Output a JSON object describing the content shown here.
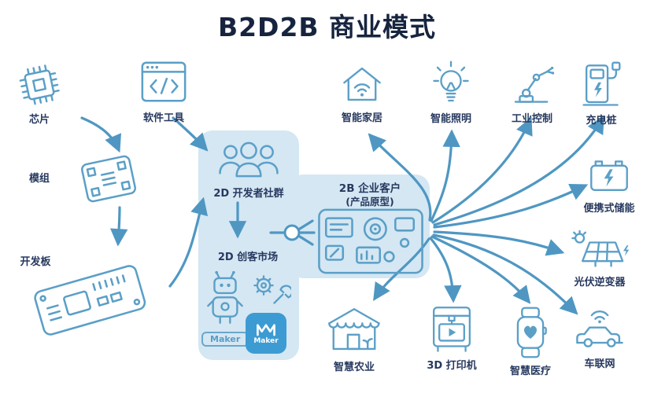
{
  "title": "B2D2B 商业模式",
  "colors": {
    "title_text": "#17243f",
    "label_text": "#27395f",
    "icon_stroke": "#5b9fc7",
    "arrow": "#4f97c2",
    "panel_bg": "#d4e7f3",
    "maker_badge_bg": "#3d9bd3"
  },
  "supply": {
    "chip": {
      "label": "芯片",
      "icon": "chip-icon"
    },
    "software_tools": {
      "label": "软件工具",
      "icon": "code-window-icon"
    },
    "module": {
      "label": "模组",
      "icon": "module-board-icon"
    },
    "dev_board": {
      "label": "开发板",
      "icon": "dev-board-icon"
    }
  },
  "platform": {
    "developer_community": "2D 开发者社群",
    "maker_market": "2D 创客市场",
    "maker_badge_outline": "Maker",
    "maker_badge_filled": "Maker",
    "enterprise_customer": "2B 企业客户",
    "enterprise_customer_sub": "(产品原型)"
  },
  "applications": [
    {
      "label": "智能家居",
      "icon": "house-wifi-icon"
    },
    {
      "label": "智能照明",
      "icon": "lightbulb-icon"
    },
    {
      "label": "工业控制",
      "icon": "robot-arm-icon"
    },
    {
      "label": "充电桩",
      "icon": "ev-charger-icon"
    },
    {
      "label": "便携式储能",
      "icon": "battery-bolt-icon"
    },
    {
      "label": "光伏逆变器",
      "icon": "solar-panel-icon"
    },
    {
      "label": "车联网",
      "icon": "car-wifi-icon"
    },
    {
      "label": "智慧医疗",
      "icon": "smartwatch-heart-icon"
    },
    {
      "label": "3D 打印机",
      "icon": "printer-3d-icon"
    },
    {
      "label": "智慧农业",
      "icon": "greenhouse-icon"
    }
  ]
}
